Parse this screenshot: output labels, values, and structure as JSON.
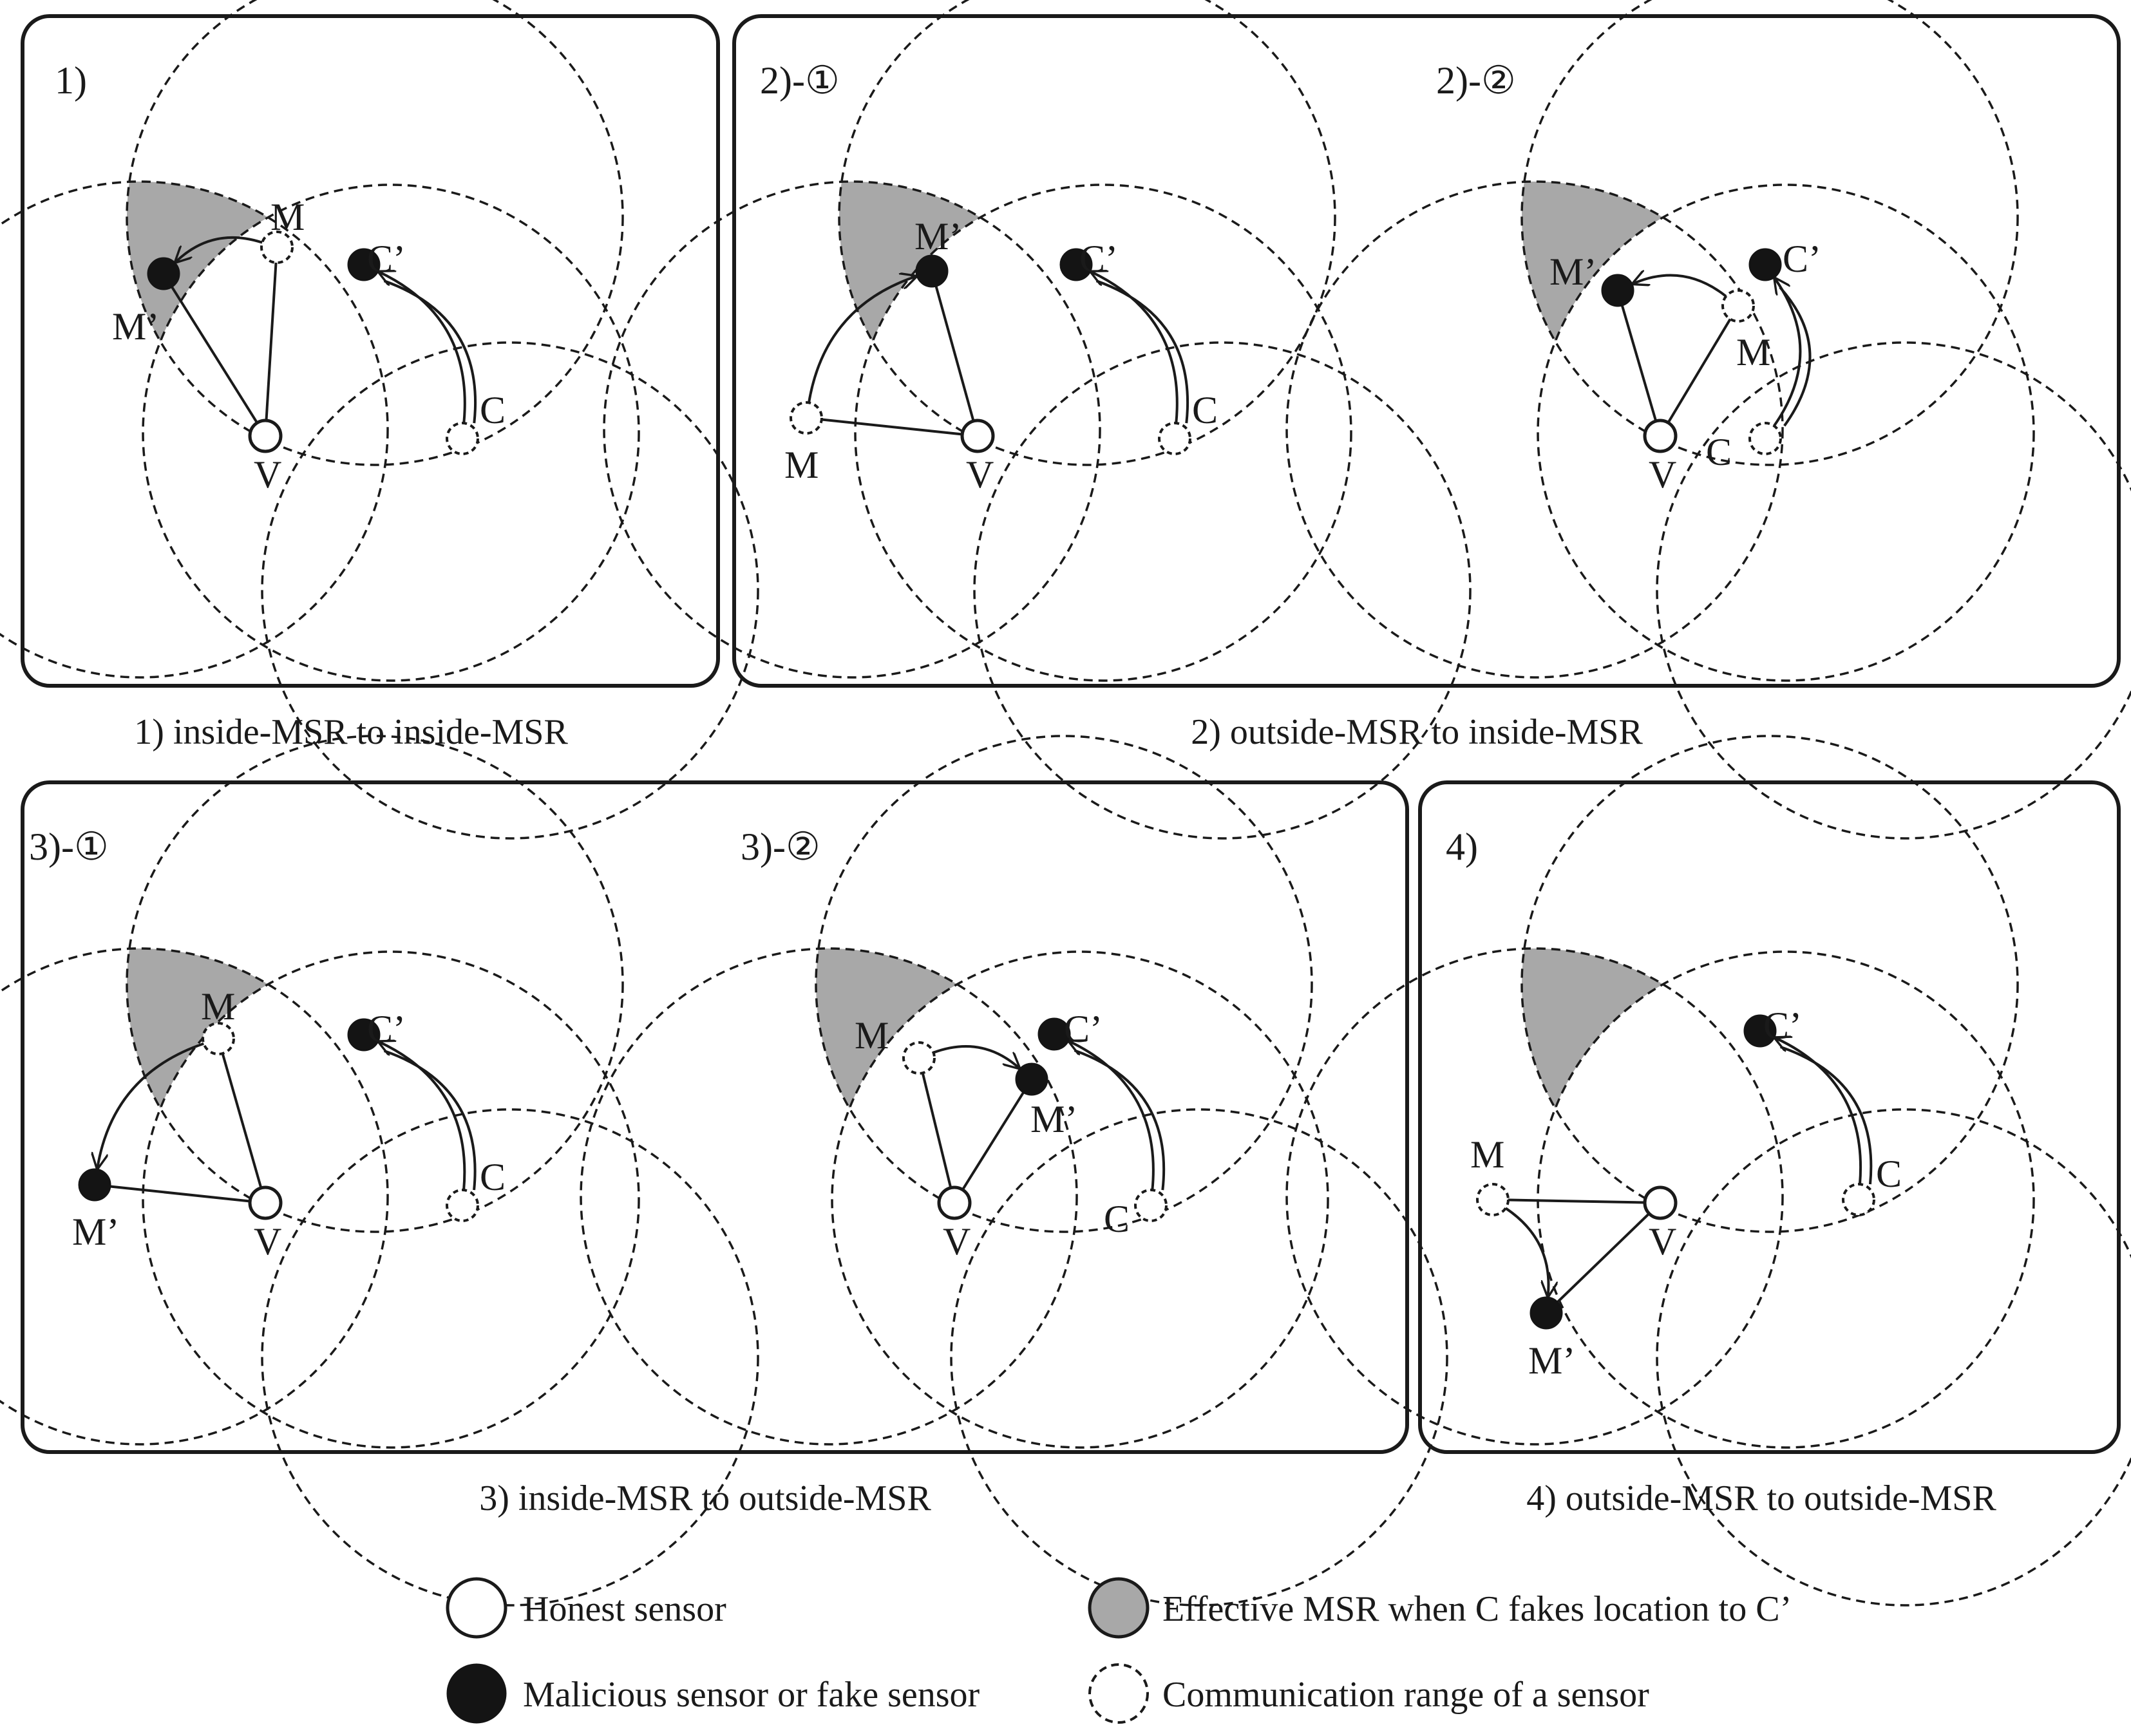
{
  "panels": [
    {
      "id": "p1",
      "tag": "1)",
      "labels": {
        "M": "M",
        "Mp": "M’",
        "C": "C",
        "Cp": "C’",
        "V": "V"
      }
    },
    {
      "id": "p2a",
      "tag": "2)-①",
      "labels": {
        "M": "M",
        "Mp": "M’",
        "C": "C",
        "Cp": "C’",
        "V": "V"
      }
    },
    {
      "id": "p2b",
      "tag": "2)-②",
      "labels": {
        "M": "M",
        "Mp": "M’",
        "C": "C",
        "Cp": "C’",
        "V": "V"
      }
    },
    {
      "id": "p3a",
      "tag": "3)-①",
      "labels": {
        "M": "M",
        "Mp": "M’",
        "C": "C",
        "Cp": "C’",
        "V": "V"
      }
    },
    {
      "id": "p3b",
      "tag": "3)-②",
      "labels": {
        "M": "M",
        "Mp": "M’",
        "C": "C",
        "Cp": "C’",
        "V": "V"
      }
    },
    {
      "id": "p4",
      "tag": "4)",
      "labels": {
        "M": "M",
        "Mp": "M’",
        "C": "C",
        "Cp": "C’",
        "V": "V"
      }
    }
  ],
  "captions": {
    "c1": "1) inside-MSR to inside-MSR",
    "c2": "2) outside-MSR to inside-MSR",
    "c3": "3) inside-MSR to outside-MSR",
    "c4": "4) outside-MSR to outside-MSR"
  },
  "legend": {
    "honest": "Honest sensor",
    "malicious": "Malicious sensor or fake sensor",
    "msr": "Effective MSR when C fakes location to C’",
    "range": "Communication range of a sensor"
  },
  "colors": {
    "msr_fill": "#a8a8a8",
    "ink": "#1a1a1a"
  }
}
